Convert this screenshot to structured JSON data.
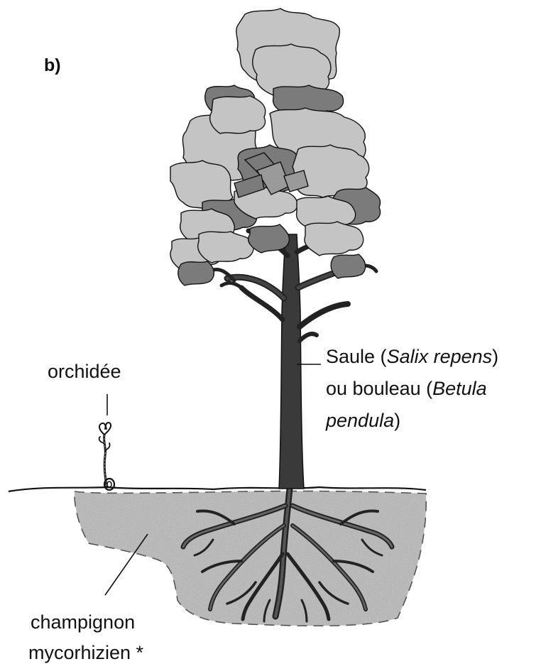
{
  "panel_label": "b)",
  "labels": {
    "orchid": "orchidée",
    "tree_line1_a": "Saule (",
    "tree_line1_species": "Salix repens",
    "tree_line1_b": ")",
    "tree_line2_a": "ou bouleau (",
    "tree_line2_genus": "Betula",
    "tree_line3_species": "pendula",
    "tree_line3_b": ")",
    "fungus_line1": "champignon",
    "fungus_line2": "mycorhizien *"
  },
  "colors": {
    "foliage_light": "#c4c4c4",
    "foliage_dark": "#7b7b7b",
    "trunk": "#3a3a3a",
    "mycelium": "#b5b5b5",
    "ink": "#111111"
  }
}
